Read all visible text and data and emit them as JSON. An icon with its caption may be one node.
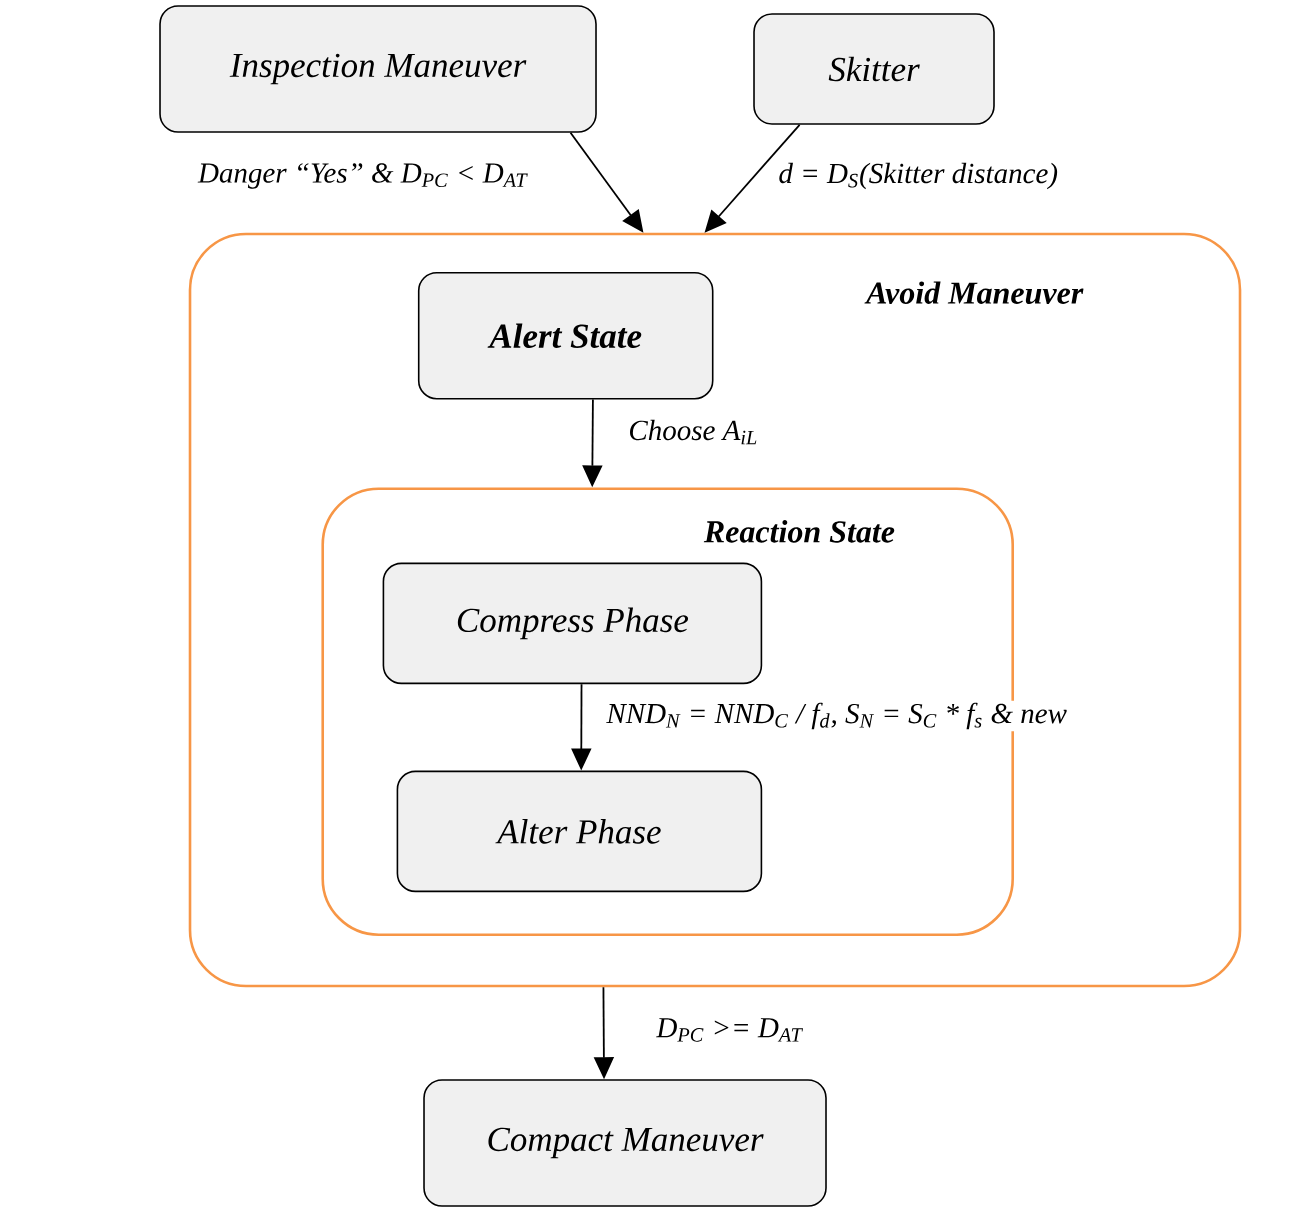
{
  "diagram": {
    "nodes": [
      {
        "text": [
          "Inspection Maneuver"
        ]
      },
      {
        "text": [
          "Skitter"
        ]
      },
      {
        "text": [
          "Avoid Maneuver"
        ]
      },
      {
        "text": [
          "Alert State"
        ],
        "in": 2
      },
      {
        "text": [
          "Reaction State"
        ],
        "in": 2
      },
      {
        "text": [
          "Compress Phase"
        ],
        "in": 4
      },
      {
        "text": [
          "Alter Phase"
        ],
        "in": 4
      },
      {
        "text": [
          "Compact Maneuver"
        ]
      }
    ],
    "edges": [
      {
        "from": 0,
        "to": 2,
        "arrow": "to",
        "label": "Danger “Yes” & D$_{PC}$ < D$_{AT}$"
      },
      {
        "from": 1,
        "to": 2,
        "arrow": "to",
        "label": "d = D$_{S}$(Skitter distance)"
      },
      {
        "from": 3,
        "to": 4,
        "arrow": "to",
        "label": "Choose A$_{iL}$"
      },
      {
        "from": 5,
        "to": 6,
        "arrow": "to",
        "label": "NND$_{N}$ = NND$_{C}$ / f$_{d}$, S$_{N}$ = S$_{C}$ * f$_{s}$ & new"
      },
      {
        "from": 2,
        "to": 7,
        "arrow": "to",
        "label": "D$_{PC}$ >= D$_{AT}$"
      }
    ]
  }
}
